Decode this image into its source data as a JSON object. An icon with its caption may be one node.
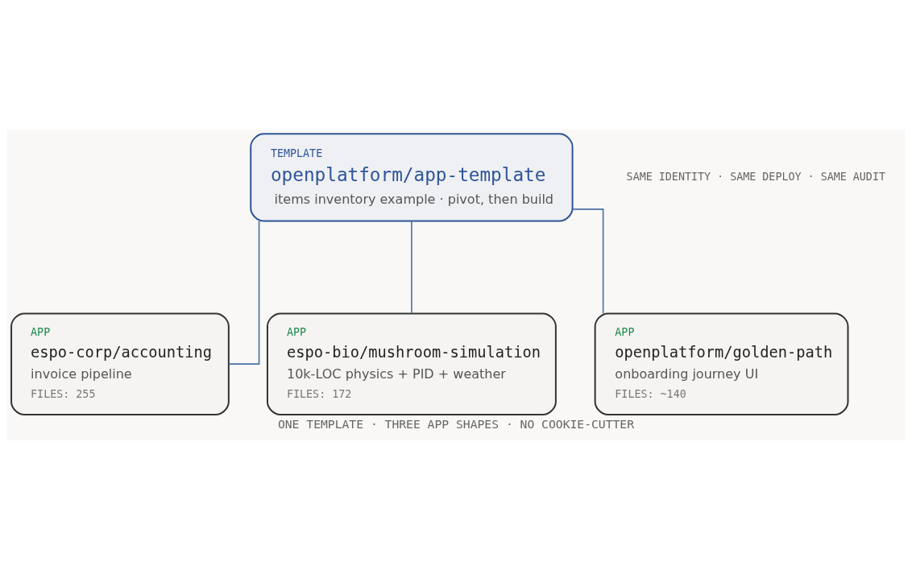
{
  "diagram": {
    "caption": "ONE TEMPLATE · THREE APP SHAPES · NO COOKIE-CUTTER",
    "nodes": [
      {
        "text": [
          "TEMPLATE",
          "openplatform/app-template",
          "items inventory example · pivot, then build"
        ]
      },
      {
        "text": [
          "APP",
          "espo-corp/accounting",
          "invoice pipeline",
          "FILES: 255"
        ]
      },
      {
        "text": [
          "APP",
          "espo-bio/mushroom-simulation",
          "10k-LOC physics + PID + weather",
          "FILES: 172"
        ]
      },
      {
        "text": [
          "APP",
          "openplatform/golden-path",
          "onboarding journey UI",
          "FILES: ~140"
        ]
      }
    ],
    "edges": [
      {
        "from": 0,
        "to": 1,
        "arrow": "none"
      },
      {
        "from": 0,
        "to": 2,
        "arrow": "none"
      },
      {
        "from": 0,
        "to": 3,
        "arrow": "none"
      }
    ],
    "labels": [
      "SAME IDENTITY · SAME DEPLOY · SAME AUDIT"
    ]
  }
}
